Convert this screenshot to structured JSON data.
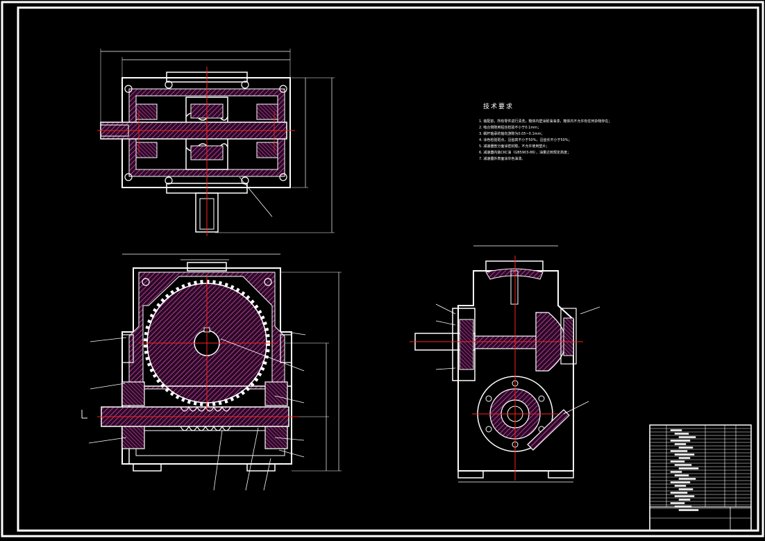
{
  "colors": {
    "background": "#000000",
    "frame": "#ffffff",
    "outline": "#ffffff",
    "hatch": "#a0328c",
    "centerline": "#ff2020",
    "leader": "#ffffff"
  },
  "drawing": {
    "views": [
      "top-view",
      "front-view",
      "side-view"
    ],
    "technical_requirements": {
      "title": "技术要求",
      "lines": [
        "1. 装配前，所有零件进行清洗，箱体内壁涂耐油油漆，箱体内不允许有任何杂物存在；",
        "2. 啮合侧隙用铅丝检验不小于0.1mm；",
        "3. 蜗杆轴承的轴向游隙为0.05~0.1mm；",
        "4. 涂色检验斑点，沿齿高不小于50%，沿齿长不小于50%；",
        "5. 减速器剖分面涂密封胶，不允许使用垫片；",
        "6. 减速器内装CKC油（GB5903-86），油量达到规定高度；",
        "7. 减速器外表面涂灰色油漆。"
      ]
    }
  }
}
